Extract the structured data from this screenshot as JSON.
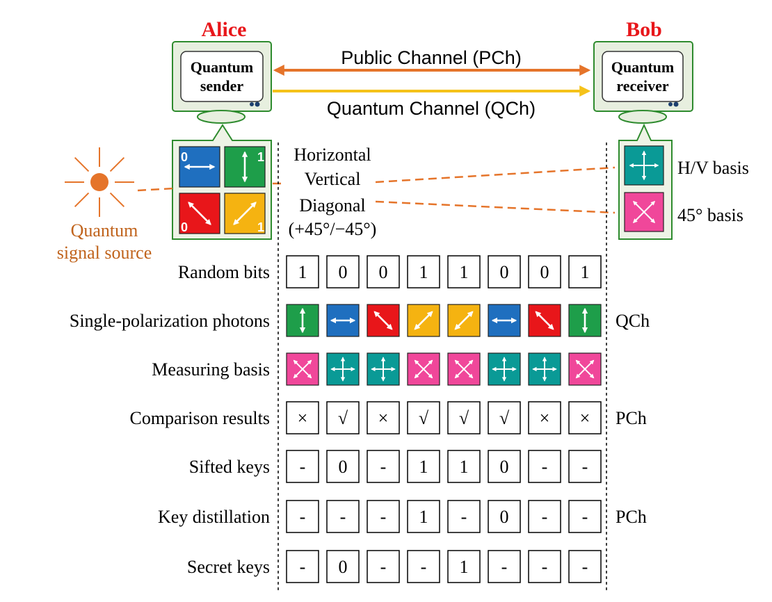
{
  "alice": {
    "name": "Alice",
    "device_line1": "Quantum",
    "device_line2": "sender"
  },
  "bob": {
    "name": "Bob",
    "device_line1": "Quantum",
    "device_line2": "receiver"
  },
  "channels": {
    "public": "Public Channel (PCh)",
    "quantum": "Quantum Channel (QCh)"
  },
  "source": {
    "line1": "Quantum",
    "line2": "signal source"
  },
  "polarization_labels": {
    "horizontal": "Horizontal",
    "vertical": "Vertical",
    "diagonal": "Diagonal",
    "angles": "(+45°/−45°)"
  },
  "alice_states": [
    {
      "bit": "0",
      "icon": "horizontal-arrow-icon",
      "color": "#1f6fbf"
    },
    {
      "bit": "1",
      "icon": "vertical-arrow-icon",
      "color": "#1e9e4a"
    },
    {
      "bit": "0",
      "icon": "diagonal-minus45-arrow-icon",
      "color": "#e8161a"
    },
    {
      "bit": "1",
      "icon": "diagonal-plus45-arrow-icon",
      "color": "#f5b311"
    }
  ],
  "bob_bases": [
    {
      "label": "H/V basis",
      "icon": "hv-basis-icon",
      "color": "#0a9a96"
    },
    {
      "label": "45° basis",
      "icon": "diagonal-basis-icon",
      "color": "#f0479a"
    }
  ],
  "colors": {
    "alice": "#e8161a",
    "bob": "#e8161a",
    "public_channel": "#e5742a",
    "quantum_channel": "#f5c21a",
    "source": "#e5742a",
    "source_text": "#c0631c",
    "panel_border": "#2e8b2e",
    "panel_fill": "#eef3e6",
    "monitor_fill": "#e7efdf"
  },
  "rows": [
    {
      "label": "Random bits",
      "type": "text",
      "cells": [
        "1",
        "0",
        "0",
        "1",
        "1",
        "0",
        "0",
        "1"
      ],
      "channel": ""
    },
    {
      "label": "Single-polarization photons",
      "type": "photon",
      "cells": [
        "vertical",
        "horizontal",
        "minus45",
        "plus45",
        "plus45",
        "horizontal",
        "minus45",
        "vertical"
      ],
      "channel": "QCh"
    },
    {
      "label": "Measuring basis",
      "type": "basis",
      "cells": [
        "diagonal",
        "hv",
        "hv",
        "diagonal",
        "diagonal",
        "hv",
        "hv",
        "diagonal"
      ],
      "channel": ""
    },
    {
      "label": "Comparison results",
      "type": "text",
      "cells": [
        "×",
        "√",
        "×",
        "√",
        "√",
        "√",
        "×",
        "×"
      ],
      "channel": "PCh"
    },
    {
      "label": "Sifted keys",
      "type": "text",
      "cells": [
        "-",
        "0",
        "-",
        "1",
        "1",
        "0",
        "-",
        "-"
      ],
      "channel": ""
    },
    {
      "label": "Key distillation",
      "type": "text",
      "cells": [
        "-",
        "-",
        "-",
        "1",
        "-",
        "0",
        "-",
        "-"
      ],
      "channel": "PCh"
    },
    {
      "label": "Secret keys",
      "type": "text",
      "cells": [
        "-",
        "0",
        "-",
        "-",
        "1",
        "-",
        "-",
        "-"
      ],
      "channel": ""
    }
  ]
}
